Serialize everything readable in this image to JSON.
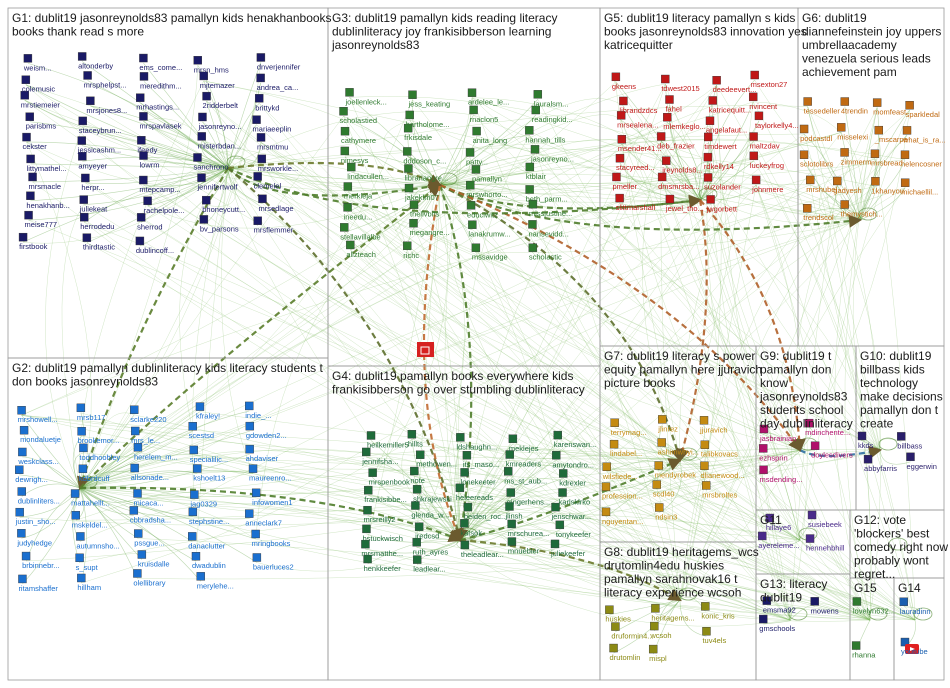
{
  "graph": {
    "groups": [
      {
        "id": "G1",
        "title": [
          "G1: dublit19 jasonreynolds83 pamallyn kids henakhanbooks",
          "books thank read s more"
        ]
      },
      {
        "id": "G2",
        "title": [
          "G2: dublit19 pamallyn dublinliteracy kids literacy students t",
          "don books jasonreynolds83"
        ]
      },
      {
        "id": "G3",
        "title": [
          "G3: dublit19 pamallyn kids reading literacy",
          "dublinliteracy joy frankisibberson learning",
          "jasonreynolds83"
        ]
      },
      {
        "id": "G4",
        "title": [
          "G4: dublit19 pamallyn books everywhere kids",
          "frankisibberson go over stumbling dublinliteracy"
        ]
      },
      {
        "id": "G5",
        "title": [
          "G5: dublit19 literacy pamallyn s kids",
          "books jasonreynolds83 innovation yes",
          "katricequitter"
        ]
      },
      {
        "id": "G6",
        "title": [
          "G6: dublit19",
          "diannefeinstein joy uppers",
          "umbrellaacademy",
          "venezuela serious leads",
          "achievement pam"
        ]
      },
      {
        "id": "G7",
        "title": [
          "G7: dublit19 literacy s power",
          "equity pamallyn here jjuravich",
          "picture books"
        ]
      },
      {
        "id": "G8",
        "title": [
          "G8: dublit19 heritagems_wcs",
          "drutomlin4edu huskies",
          "pamallyn sarahnovak16 t",
          "literacy experience wcsoh"
        ]
      },
      {
        "id": "G9",
        "title": [
          "G9: dublit19 t",
          "pamallyn don",
          "know",
          "jasonreynolds83",
          "students school",
          "day dublinliteracy"
        ]
      },
      {
        "id": "G10",
        "title": [
          "G10: dublit19",
          "billbass kids",
          "technology",
          "make decisions",
          "pamallyn don t",
          "create"
        ]
      },
      {
        "id": "G11",
        "title": [
          "G11"
        ]
      },
      {
        "id": "G12",
        "title": [
          "G12: vote",
          "'blockers' best",
          "comedy right now",
          "probably wont",
          "regret..."
        ]
      },
      {
        "id": "G13",
        "title": [
          "G13: literacy",
          "dublit19"
        ]
      },
      {
        "id": "G14",
        "title": [
          "G14"
        ]
      },
      {
        "id": "G15",
        "title": [
          "G15"
        ]
      }
    ],
    "node_labels": {
      "G1": [
        "weism...",
        "altonderby",
        "ems_come...",
        "mrsn_hms",
        "dnverjennifer",
        "colemusic",
        "mrsphelpst...",
        "meredithm...",
        "mjtemazer",
        "andrea_ca...",
        "mrstiemeier",
        "mrsjones8...",
        "mrhastings...",
        "2ridderbelt",
        "brittykd",
        "parisbms",
        "staceybrun...",
        "mrspavlasek",
        "jasonreyno...",
        "mariaeeplin",
        "cekster",
        "jessicashm...",
        "ifeedy",
        "misterbdan...",
        "mrsmtmu",
        "littymathel...",
        "amyeyer",
        "lowrm",
        "sanchrono",
        "mrsworkle...",
        "mrsmacle",
        "herpr...",
        "mtepcamp...",
        "jennifertwolf",
        "clemelel",
        "henakhanb...",
        "juliekeat",
        "rachelpole...",
        "bhoneycutt...",
        "mrsedlage",
        "meise777",
        "herrodedu",
        "sherrod",
        "bv_parsons",
        "mrsflemmer",
        "firstbook",
        "thirdtastic",
        "dublincoff..."
      ],
      "G2": [
        "mrshowell...",
        "mrsb117",
        "sclarke220",
        "kfraley!",
        "indie_...",
        "mondaluetje",
        "brookemor...",
        "mrs_le...",
        "scestsd",
        "gdowden2...",
        "weskclass...",
        "toddhoohley",
        "herelem_m...",
        "specialilic...",
        "ahdaviser",
        "dewrigh...",
        "kdbrdcuff",
        "allsonade...",
        "kshoelt13",
        "maureenro...",
        "dublinliters...",
        "mattahellt...",
        "micaca...",
        "jag0329",
        "infowomen1",
        "justin_sho...",
        "mskeldel...",
        "cbbradsha...",
        "stephstine...",
        "anneclark7",
        "judyhedge",
        "autumnsho...",
        "pssgue...",
        "danaclutter",
        "mringbooks",
        "brbinnebr...",
        "s_supt",
        "kruisdalle",
        "dwadublin",
        "bauerluces2",
        "ritamshaffer",
        "hillham",
        "olellibrary",
        "merylehe..."
      ],
      "G3": [
        "joellenleck...",
        "jess_keating",
        "ardelee_le...",
        "lauralsm...",
        "scholastied",
        "bartholome...",
        "rnaclon5",
        "readingkid...",
        "cathymere",
        "frkisdale",
        "anita_long",
        "hannah_tills",
        "nimesys",
        "dddoson_c...",
        "patty...",
        "jasonreyno...",
        "lindacullen...",
        "librariangre...",
        "pamallyn",
        "ktblair",
        "merkleja",
        "jakeklm07",
        "mrswhorto...",
        "beth_parm...",
        "ineedu...",
        "thellvbits",
        "educiwitz",
        "missjustine...",
        "stellavillalbe",
        "megangre...",
        "lanakrumw...",
        "nansevidd...",
        "allzteach",
        "richc",
        "mssavidge",
        "scholastic"
      ],
      "G4": [
        "heilkemiller5",
        "hillts",
        "ldshaughn...",
        "meklejes",
        "karenswan...",
        "jennifsha...",
        "methowen...",
        "its_maso...",
        "kmreaders",
        "amytondro...",
        "mrspenbook",
        "note",
        "lonekeeter",
        "ms_st_aub...",
        "kdrexler",
        "frankisibbe...",
        "shkrajewski",
        "heleereads",
        "gingerhens...",
        "karlsklrko",
        "mrsreilly2",
        "glenda_w...",
        "beiden_roc...",
        "jlinsh",
        "jenschwar...",
        "bstuckwisch",
        "iredcsd",
        "katsok",
        "mrschurea...",
        "tonykeefer",
        "mrsmatthe...",
        "ruth_ayres",
        "theleadlear...",
        "mnuebler",
        "juliekeefer",
        "henkkeefer",
        "leadlear..."
      ],
      "G5": [
        "gkeens",
        "tdwest2015",
        "deedeevert...",
        "msexton27",
        "librandzdcs",
        "fahel",
        "katricequitt...",
        "nvincent",
        "mrsealena...",
        "mlemkeglo...",
        "angelafaut...",
        "taylorkelly4...",
        "msender41...",
        "deb_frazier",
        "timdewert",
        "maltzdav",
        "stacyreed...",
        "jreynolds8...",
        "rdkelly14",
        "luckeyfrog",
        "pmeller",
        "dmsmrsba...",
        "suzolander",
        "johnmere",
        "slittmarshall",
        "jewel_tho...",
        "jwgorbett"
      ],
      "G6": [
        "tessedeller",
        "4trendin",
        "momfeast",
        "sparkledal",
        "podcastdl",
        "misselexi",
        "_mscarpe",
        "what_is_ra...",
        "sclotolibrs",
        "zimmerm",
        "mrsbread",
        "helencosner",
        "mrshubel",
        "gadyesh",
        "1khanyou",
        "michaellil...",
        "trendscol",
        "themystich..."
      ],
      "G7": [
        "terrymag...",
        "jlinrez",
        "jjuravich",
        "lindabel...",
        "ashimwhyi...",
        "talibkovacs",
        "wilsfiede...",
        "mendyrobek",
        "dlianewood...",
        "profession...",
        "scdl40",
        "mrsbroltes",
        "nguyentan...",
        "ndsin3"
      ],
      "G8": [
        "huskies",
        "heritagems...",
        "konic_kris",
        "druformin4...",
        "wcsoh",
        "tuv4els",
        "drutomlin",
        "mispl"
      ],
      "G9": [
        "jasbrainian",
        "mdinchente...",
        "ezhsprin",
        "doylesdivers",
        "msdending..."
      ],
      "G10": [
        "kkds",
        "billbass",
        "abbyfarris",
        "eggerwin"
      ],
      "G11": [
        "hillaye6",
        "susiebeek",
        "ayereleme...",
        "hennehbhill"
      ],
      "G12": [],
      "G13": [
        "emsma92",
        "mowens",
        "gmschools"
      ],
      "G14": [
        "lauradinn",
        "youtube"
      ],
      "G15": [
        "lovelyn632...",
        "rhanna"
      ]
    }
  }
}
